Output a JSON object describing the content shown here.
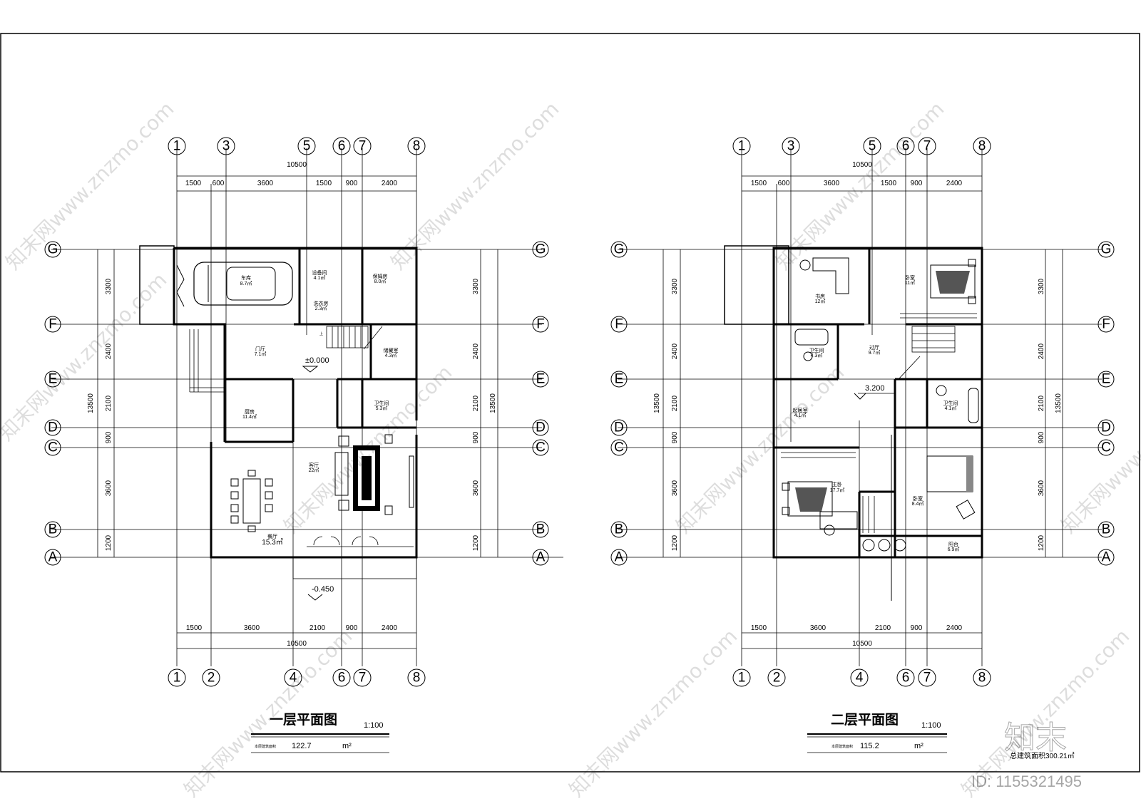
{
  "watermark": {
    "text": "知末网www.znzmo.com",
    "brand": "知末",
    "id_label": "ID: 1155321495"
  },
  "total_area_note": "总建筑面积300.21㎡",
  "plans": [
    {
      "title": "一层平面图",
      "scale": "1:100",
      "area_label": "本层建筑面积",
      "area_value": "122.7",
      "area_unit": "m²",
      "top_axes": [
        "1",
        "3",
        "5",
        "6",
        "7",
        "8"
      ],
      "bottom_axes": [
        "1",
        "2",
        "4",
        "6",
        "7",
        "8"
      ],
      "row_axes": [
        "G",
        "F",
        "E",
        "D",
        "C",
        "B",
        "A"
      ],
      "top_total": "10500",
      "top_dims": [
        "1500",
        "600",
        "3600",
        "1500",
        "900",
        "2400"
      ],
      "bottom_total": "10500",
      "bottom_dims": [
        "1500",
        "3600",
        "2100",
        "900",
        "2400"
      ],
      "side_total": "13500",
      "side_dims": [
        "3300",
        "2400",
        "2100",
        "900",
        "3600",
        "1200"
      ],
      "levels": [
        "±0.000",
        "-0.450"
      ],
      "stair_note": "上",
      "rooms": [
        {
          "name": "车库",
          "area": "8.7㎡"
        },
        {
          "name": "设备间",
          "area": "4.1㎡"
        },
        {
          "name": "保姆房",
          "area": "8.0㎡"
        },
        {
          "name": "洗衣房",
          "area": "2.3㎡"
        },
        {
          "name": "门厅",
          "area": "7.1㎡"
        },
        {
          "name": "储藏室",
          "area": "4.3㎡"
        },
        {
          "name": "厨房",
          "area": "11.4㎡"
        },
        {
          "name": "卫生间",
          "area": "5.3㎡"
        },
        {
          "name": "客厅",
          "area": "22㎡"
        },
        {
          "name": "餐厅",
          "area": "15.3㎡"
        }
      ]
    },
    {
      "title": "二层平面图",
      "scale": "1:100",
      "area_label": "本层建筑面积",
      "area_value": "115.2",
      "area_unit": "m²",
      "top_axes": [
        "1",
        "3",
        "5",
        "6",
        "7",
        "8"
      ],
      "bottom_axes": [
        "1",
        "2",
        "4",
        "6",
        "7",
        "8"
      ],
      "row_axes": [
        "G",
        "F",
        "E",
        "D",
        "C",
        "B",
        "A"
      ],
      "top_total": "10500",
      "top_dims": [
        "1500",
        "600",
        "3600",
        "1500",
        "900",
        "2400"
      ],
      "bottom_total": "10500",
      "bottom_dims": [
        "1500",
        "3600",
        "2100",
        "900",
        "2400"
      ],
      "side_total": "13500",
      "side_dims": [
        "3300",
        "2400",
        "2100",
        "900",
        "3600",
        "1200"
      ],
      "levels": [
        "3.200"
      ],
      "rooms": [
        {
          "name": "书房",
          "area": "12㎡"
        },
        {
          "name": "卧室",
          "area": "11㎡"
        },
        {
          "name": "卫生间",
          "area": "4.3㎡"
        },
        {
          "name": "过厅",
          "area": "9.7㎡"
        },
        {
          "name": "起居室",
          "area": "4.1㎡"
        },
        {
          "name": "卫生间",
          "area": "4.1㎡"
        },
        {
          "name": "主卧",
          "area": "17.7㎡"
        },
        {
          "name": "卧室",
          "area": "8.4㎡"
        },
        {
          "name": "阳台",
          "area": "6.9㎡"
        }
      ]
    }
  ]
}
